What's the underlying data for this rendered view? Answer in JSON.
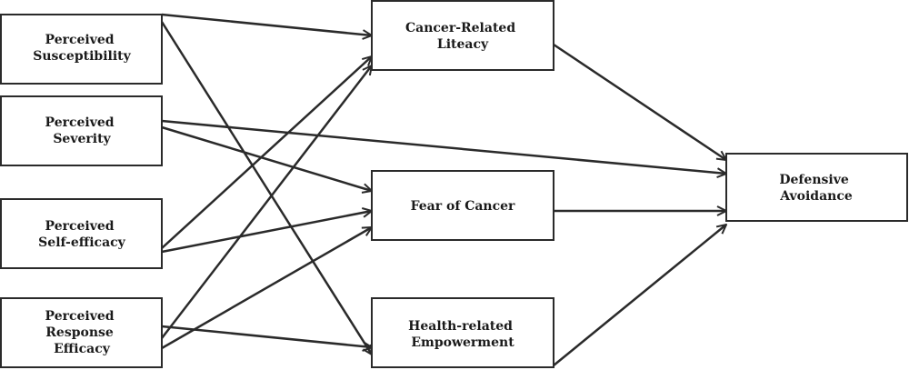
{
  "nodes": {
    "perceived_susceptibility": {
      "lines": [
        "Perceived",
        "Susceptibility"
      ]
    },
    "perceived_severity": {
      "lines": [
        "Perceived",
        "Severity"
      ]
    },
    "perceived_self_efficacy": {
      "lines": [
        "Perceived",
        "Self-efficacy"
      ]
    },
    "perceived_response_efficacy": {
      "lines": [
        "Perceived",
        "Response",
        "Efficacy"
      ]
    },
    "cancer_related_literacy": {
      "lines": [
        "Cancer-Related",
        "Liteacy"
      ]
    },
    "fear_of_cancer": {
      "lines": [
        "Fear of Cancer"
      ]
    },
    "health_related_empowerment": {
      "lines": [
        "Health-related",
        "Empowerment"
      ]
    },
    "defensive_avoidance": {
      "lines": [
        "Defensive",
        "Avoidance"
      ]
    }
  },
  "edges": [
    {
      "from": "perceived_susceptibility",
      "to": "cancer_related_literacy"
    },
    {
      "from": "perceived_susceptibility",
      "to": "health_related_empowerment"
    },
    {
      "from": "perceived_severity",
      "to": "fear_of_cancer"
    },
    {
      "from": "perceived_severity",
      "to": "defensive_avoidance"
    },
    {
      "from": "perceived_self_efficacy",
      "to": "cancer_related_literacy"
    },
    {
      "from": "perceived_self_efficacy",
      "to": "fear_of_cancer"
    },
    {
      "from": "perceived_response_efficacy",
      "to": "cancer_related_literacy"
    },
    {
      "from": "perceived_response_efficacy",
      "to": "fear_of_cancer"
    },
    {
      "from": "perceived_response_efficacy",
      "to": "health_related_empowerment"
    },
    {
      "from": "cancer_related_literacy",
      "to": "defensive_avoidance"
    },
    {
      "from": "fear_of_cancer",
      "to": "defensive_avoidance"
    },
    {
      "from": "health_related_empowerment",
      "to": "defensive_avoidance"
    }
  ]
}
